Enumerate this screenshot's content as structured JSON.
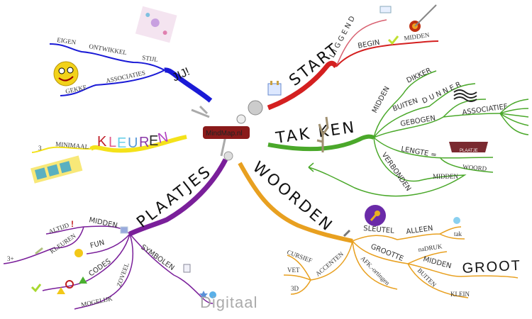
{
  "center": {
    "label": "MindMap.nl"
  },
  "footer": {
    "label": "Digitaal"
  },
  "colors": {
    "jij": "#1a1ad6",
    "start": "#d42020",
    "takken": "#4aa82a",
    "kleuren": "#f4e21a",
    "plaatjes": "#7a1f9a",
    "woorden": "#e8a020"
  },
  "branches": {
    "jij": {
      "label": "JIJ!",
      "items": [
        "EIGEN",
        "ONTWIKKEL",
        "STIJL",
        "ASSOCIATIES",
        "GEKKE"
      ]
    },
    "start": {
      "label": "START",
      "items": [
        "L I G G E N D",
        "BEGIN",
        "MIDDEN"
      ]
    },
    "takken": {
      "label": "TAK KEN",
      "items": [
        "MIDDEN",
        "DIKKER",
        "BUITEN",
        "D U N N E R",
        "GEBOGEN",
        "ASSOCIATIEF",
        "LENGTE =",
        "WOORD",
        "VERBONDEN",
        "MIDDEN"
      ],
      "image_caption": "PLAATJE"
    },
    "kleuren": {
      "letters": [
        "K",
        "L",
        "E",
        "U",
        "R",
        "E",
        "N"
      ],
      "letter_colors": [
        "#c0202a",
        "#e05a8a",
        "#6ad0e8",
        "#5a9ad8",
        "#8a3aa8",
        "#2a2a2a",
        "#b040c0"
      ],
      "items": [
        "MINIMAAL",
        "3"
      ]
    },
    "plaatjes": {
      "label": "PLAATJES",
      "items": [
        "MIDDEN",
        "ALTIJD",
        "KLEUREN",
        "3+",
        "FUN",
        "CODES",
        "ZOVEEL",
        "MOGELIJK",
        "SYMBOLEN"
      ]
    },
    "woorden": {
      "label": "WOORDEN",
      "items": [
        "SLEUTEL",
        "ALLEEN",
        "tak",
        "GROOTTE",
        "naDRUK",
        "MIDDEN",
        "GROOT",
        "BUITEN",
        "KLEIN",
        "AFK.-ortingen",
        "ACCENTEN",
        "CURSIEF",
        "VET",
        "3D"
      ]
    }
  },
  "icons": [
    "smiley-icon",
    "mindmap-thumbnail-icon",
    "calendar-icon",
    "note-icon",
    "target-dart-icon",
    "checkmark-icon",
    "squiggle-icon",
    "key-icon",
    "info-icon",
    "pencil-icon",
    "exclamation-icon",
    "picture-icon",
    "smile-icon",
    "warning-icon",
    "no-entry-icon",
    "triangle-icon",
    "star-icon",
    "help-icon",
    "tree-branch-icon"
  ]
}
